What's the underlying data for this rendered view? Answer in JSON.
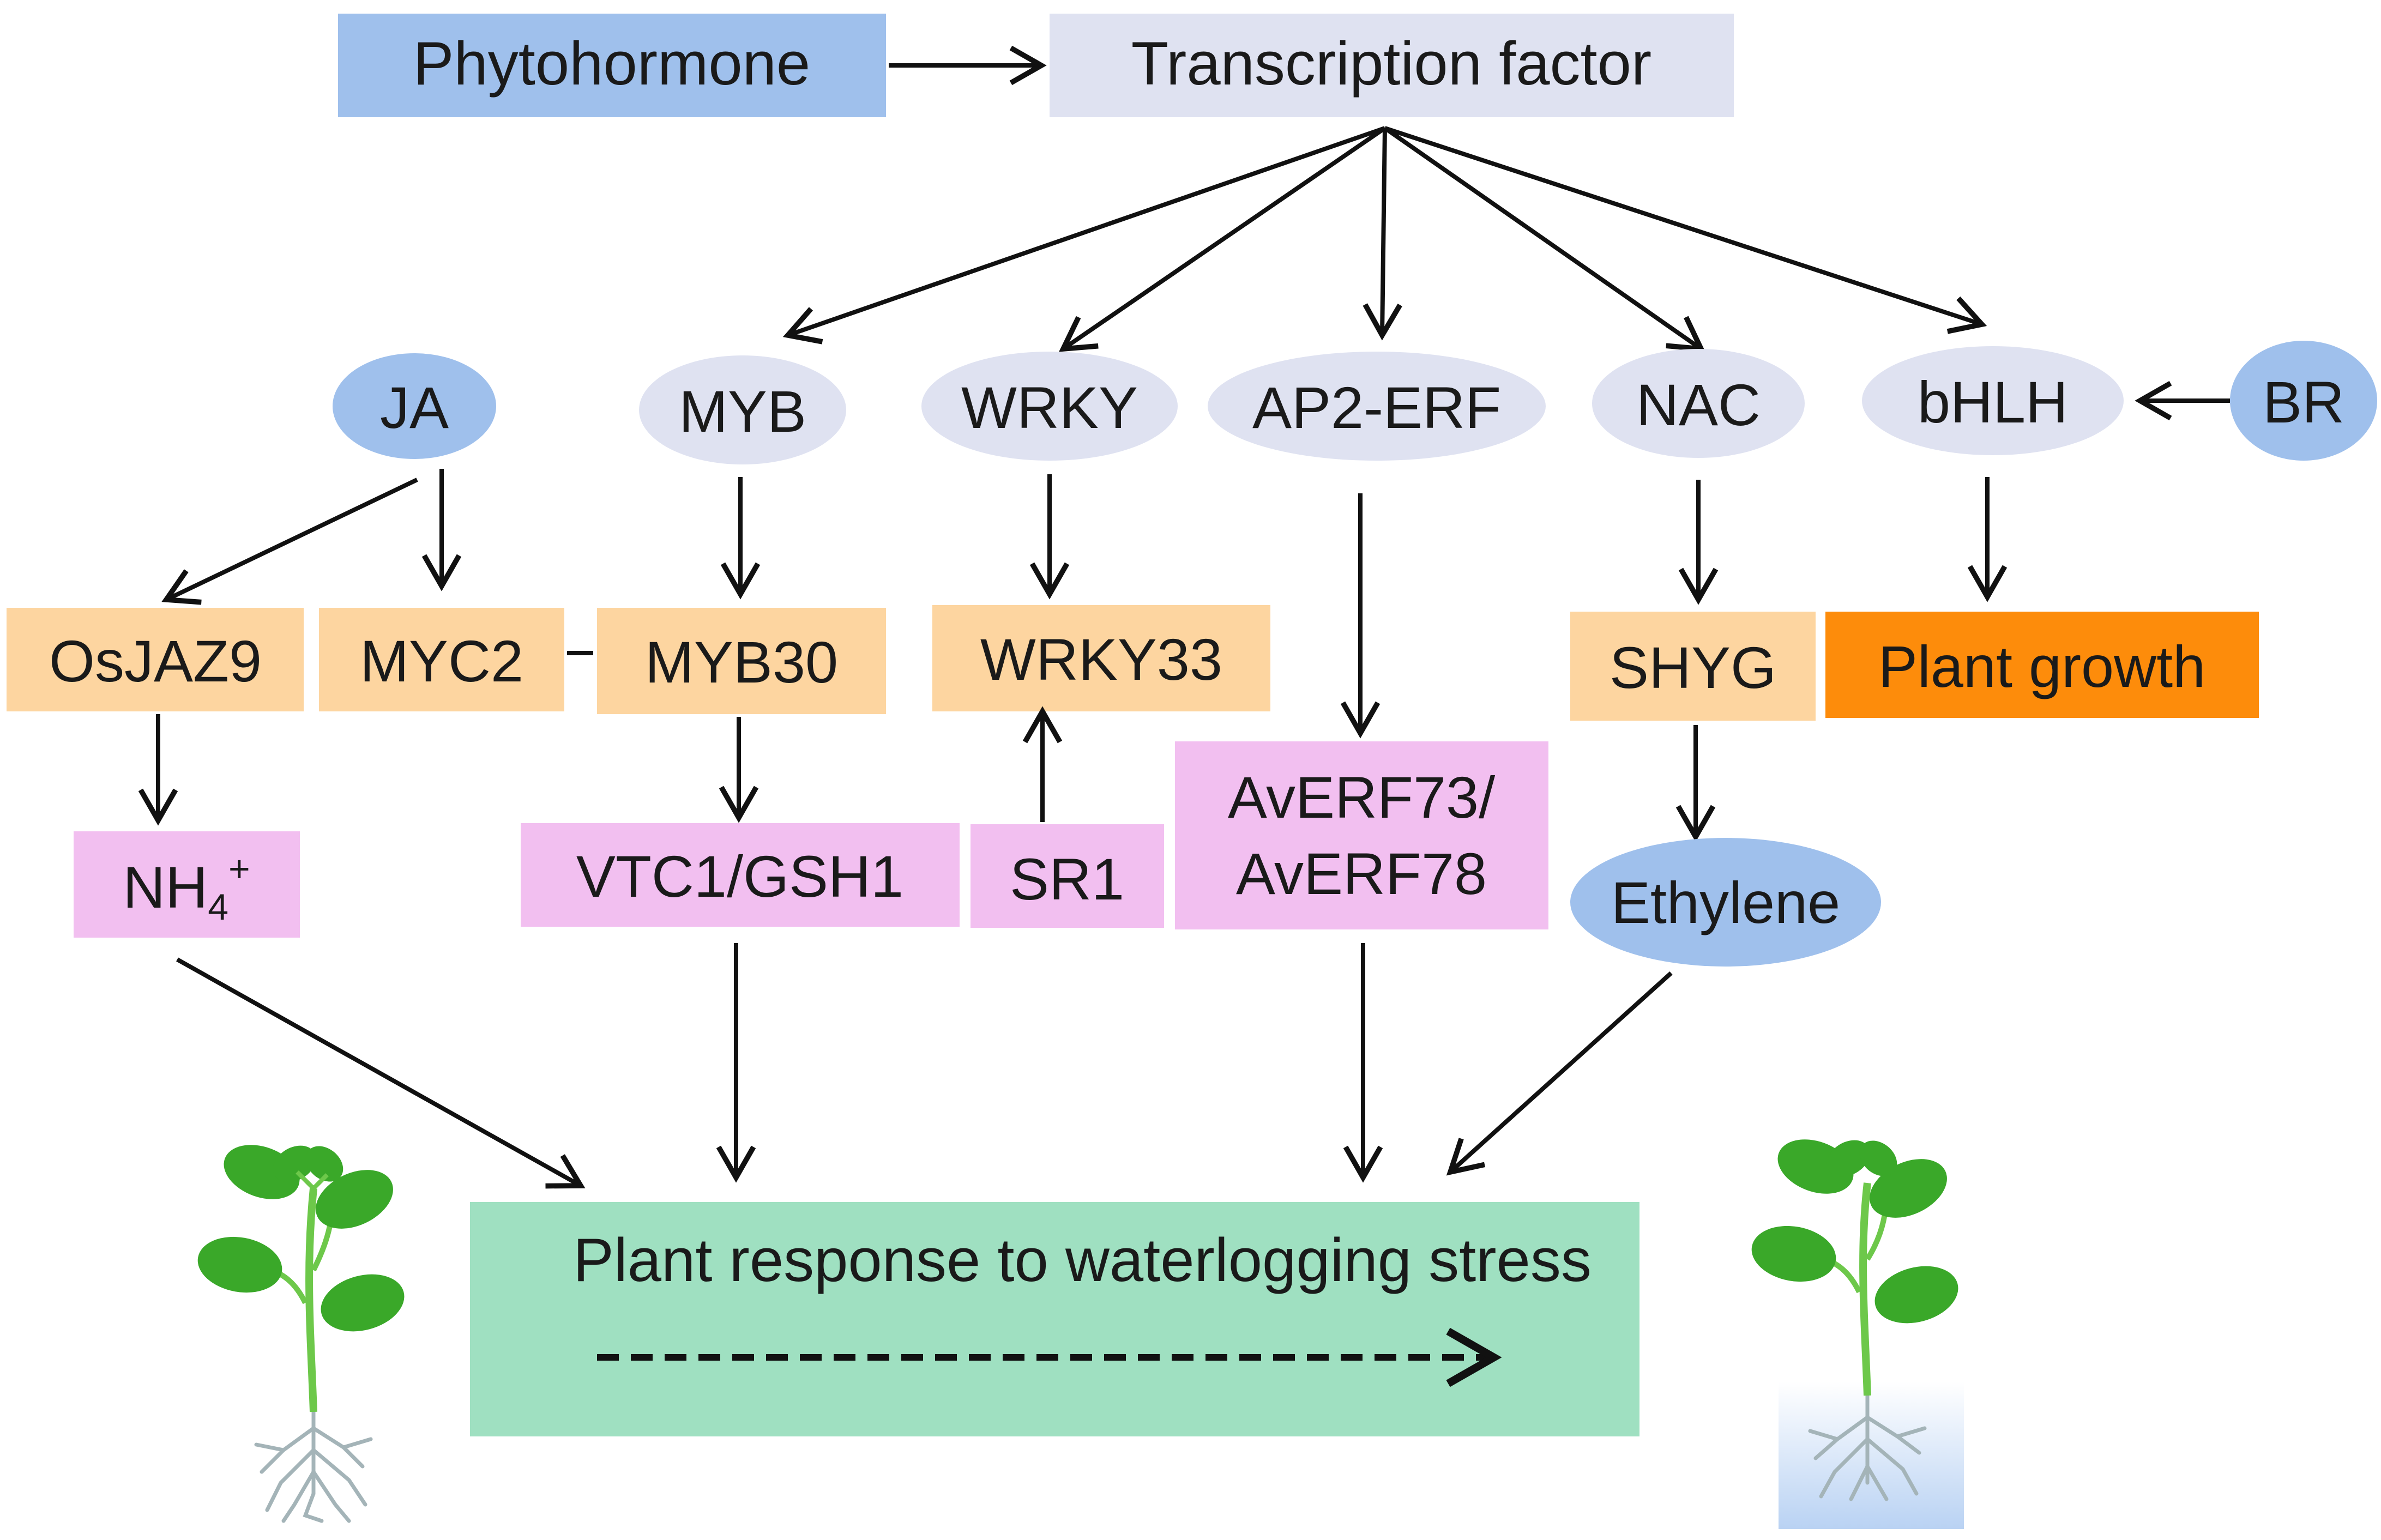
{
  "colors": {
    "phytohormone_box": "#9fc0ec",
    "transcription_box": "#dfe2f1",
    "tf_ellipse": "#dfe2f1",
    "hormone_ellipse": "#9fc0ec",
    "gene_box": "#fdd5a0",
    "target_box": "#f2bff0",
    "growth_box": "#fd8c0b",
    "response_box": "#9fe0c1",
    "stem": "#6dc84a",
    "leaf": "#3aa829",
    "root": "#a4b4b8",
    "water": "#c9dcf6"
  },
  "nodes": {
    "phytohormone": "Phytohormone",
    "transcription_factor": "Transcription factor",
    "ja": "JA",
    "myb": "MYB",
    "wrky": "WRKY",
    "ap2_erf": "AP2-ERF",
    "nac": "NAC",
    "bhlh": "bHLH",
    "br": "BR",
    "osjaz9": "OsJAZ9",
    "myc2": "MYC2",
    "myb30": "MYB30",
    "wrky33": "WRKY33",
    "shyg": "SHYG",
    "plant_growth": "Plant growth",
    "nh4_base": "NH",
    "nh4_sub": "4",
    "nh4_sup": "+",
    "vtc1_gsh1": "VTC1/GSH1",
    "sr1": "SR1",
    "averf_line1": "AvERF73/",
    "averf_line2": "AvERF78",
    "ethylene": "Ethylene",
    "response": "Plant response to waterlogging stress"
  },
  "icons": {
    "left_plant": "seedling-icon",
    "right_plant": "waterlogged-seedling-icon"
  }
}
